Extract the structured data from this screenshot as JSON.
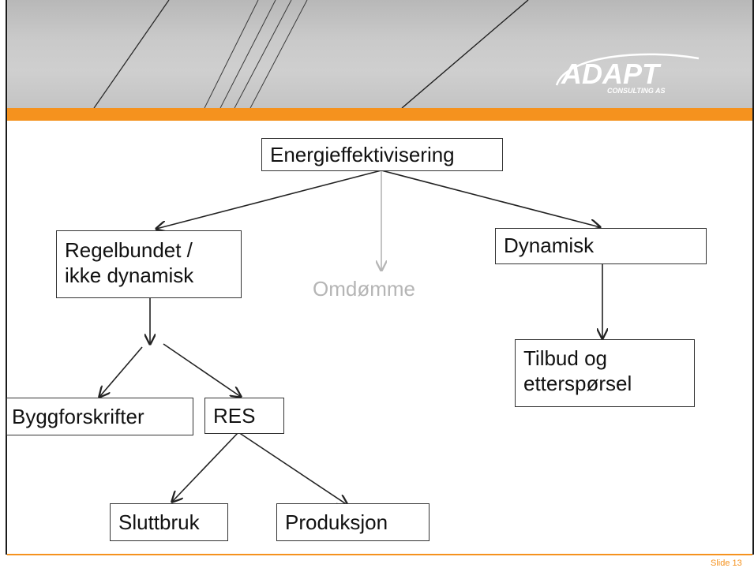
{
  "brand": {
    "name": "ADAPT",
    "tagline": "CONSULTING AS"
  },
  "diagram": {
    "root": "Energieffektivisering",
    "left_branch": {
      "line1": "Regelbundet /",
      "line2": "ikke dynamisk"
    },
    "middle_branch": "Omdømme",
    "right_branch": "Dynamisk",
    "right_child": {
      "line1": "Tilbud og",
      "line2": "etterspørsel"
    },
    "left_children": [
      "Byggforskrifter",
      "RES"
    ],
    "res_children": [
      "Sluttbruk",
      "Produksjon"
    ]
  },
  "footer": {
    "slide_label": "Slide 13"
  },
  "colors": {
    "accent": "#f5921e",
    "box_border": "#333333",
    "muted_text": "#b5b5b5",
    "header_gray": "#c9c9c9"
  }
}
